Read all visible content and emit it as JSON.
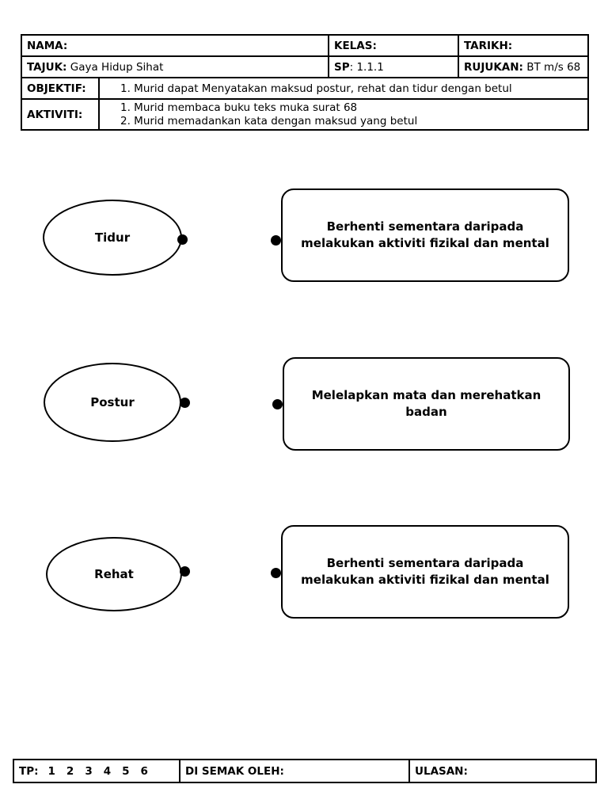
{
  "header": {
    "nama_label": "NAMA:",
    "kelas_label": "KELAS:",
    "tarikh_label": "TARIKH:",
    "tajuk_label": "TAJUK:",
    "tajuk_value": "Gaya Hidup Sihat",
    "sp_label": "SP",
    "sp_value": ": 1.1.1",
    "rujukan_label": "RUJUKAN:",
    "rujukan_value": "BT m/s 68",
    "objektif_label": "OBJEKTIF:",
    "objektif_items": [
      "1.  Murid dapat Menyatakan maksud postur, rehat dan tidur dengan betul"
    ],
    "aktiviti_label": "AKTIVITI:",
    "aktiviti_items": [
      "1.  Murid membaca buku teks muka surat 68",
      "2.  Murid memadankan kata dengan maksud yang betul"
    ]
  },
  "matching": {
    "terms": [
      "Tidur",
      "Postur",
      "Rehat"
    ],
    "definitions": [
      "Berhenti sementara daripada melakukan aktiviti fizikal dan mental",
      "Melelapkan mata dan merehatkan badan",
      "Berhenti sementara daripada melakukan aktiviti fizikal dan mental"
    ]
  },
  "footer": {
    "tp_label": "TP:",
    "tp_levels": [
      "1",
      "2",
      "3",
      "4",
      "5",
      "6"
    ],
    "disemak_label": "DI SEMAK OLEH:",
    "ulasan_label": "ULASAN:"
  }
}
